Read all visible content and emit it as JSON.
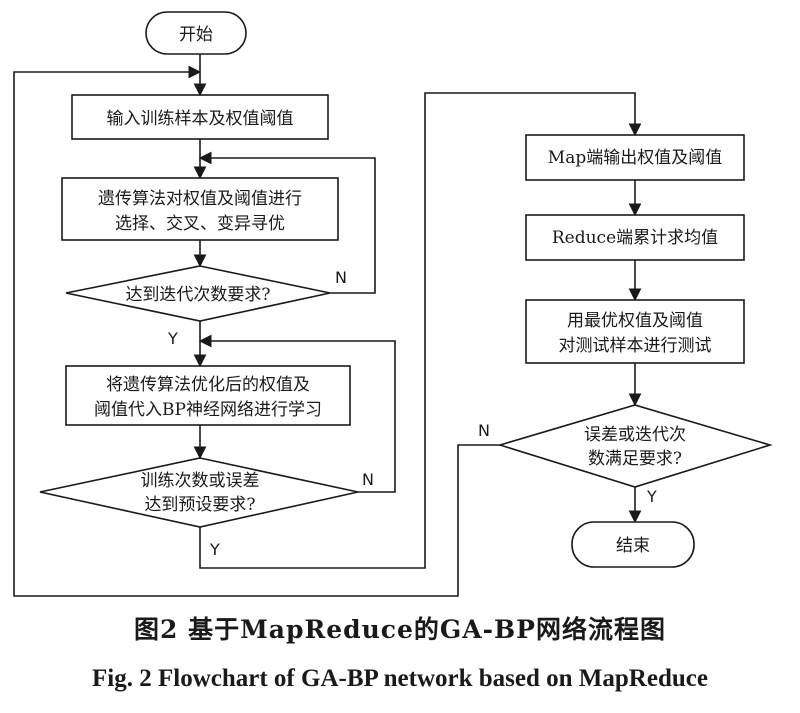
{
  "nodes": {
    "start": "开始",
    "input": "输入训练样本及权值阈值",
    "ga_optimize": [
      "遗传算法对权值及阈值进行",
      "选择、交叉、变异寻优"
    ],
    "ga_check": "达到迭代次数要求?",
    "bp_learn": [
      "将遗传算法优化后的权值及",
      "阈值代入BP神经网络进行学习"
    ],
    "bp_check": [
      "训练次数或误差",
      "达到预设要求?"
    ],
    "map_output": "Map端输出权值及阈值",
    "reduce_avg": "Reduce端累计求均值",
    "test": [
      "用最优权值及阈值",
      "对测试样本进行测试"
    ],
    "final_check": [
      "误差或迭代次",
      "数满足要求?"
    ],
    "end": "结束"
  },
  "edge_labels": {
    "ga_no": "N",
    "ga_yes": "Y",
    "bp_no": "N",
    "bp_yes": "Y",
    "final_no": "N",
    "final_yes": "Y"
  },
  "caption": {
    "chinese": "图2  基于MapReduce的GA-BP网络流程图",
    "english": "Fig. 2  Flowchart of GA-BP network based on MapReduce"
  }
}
